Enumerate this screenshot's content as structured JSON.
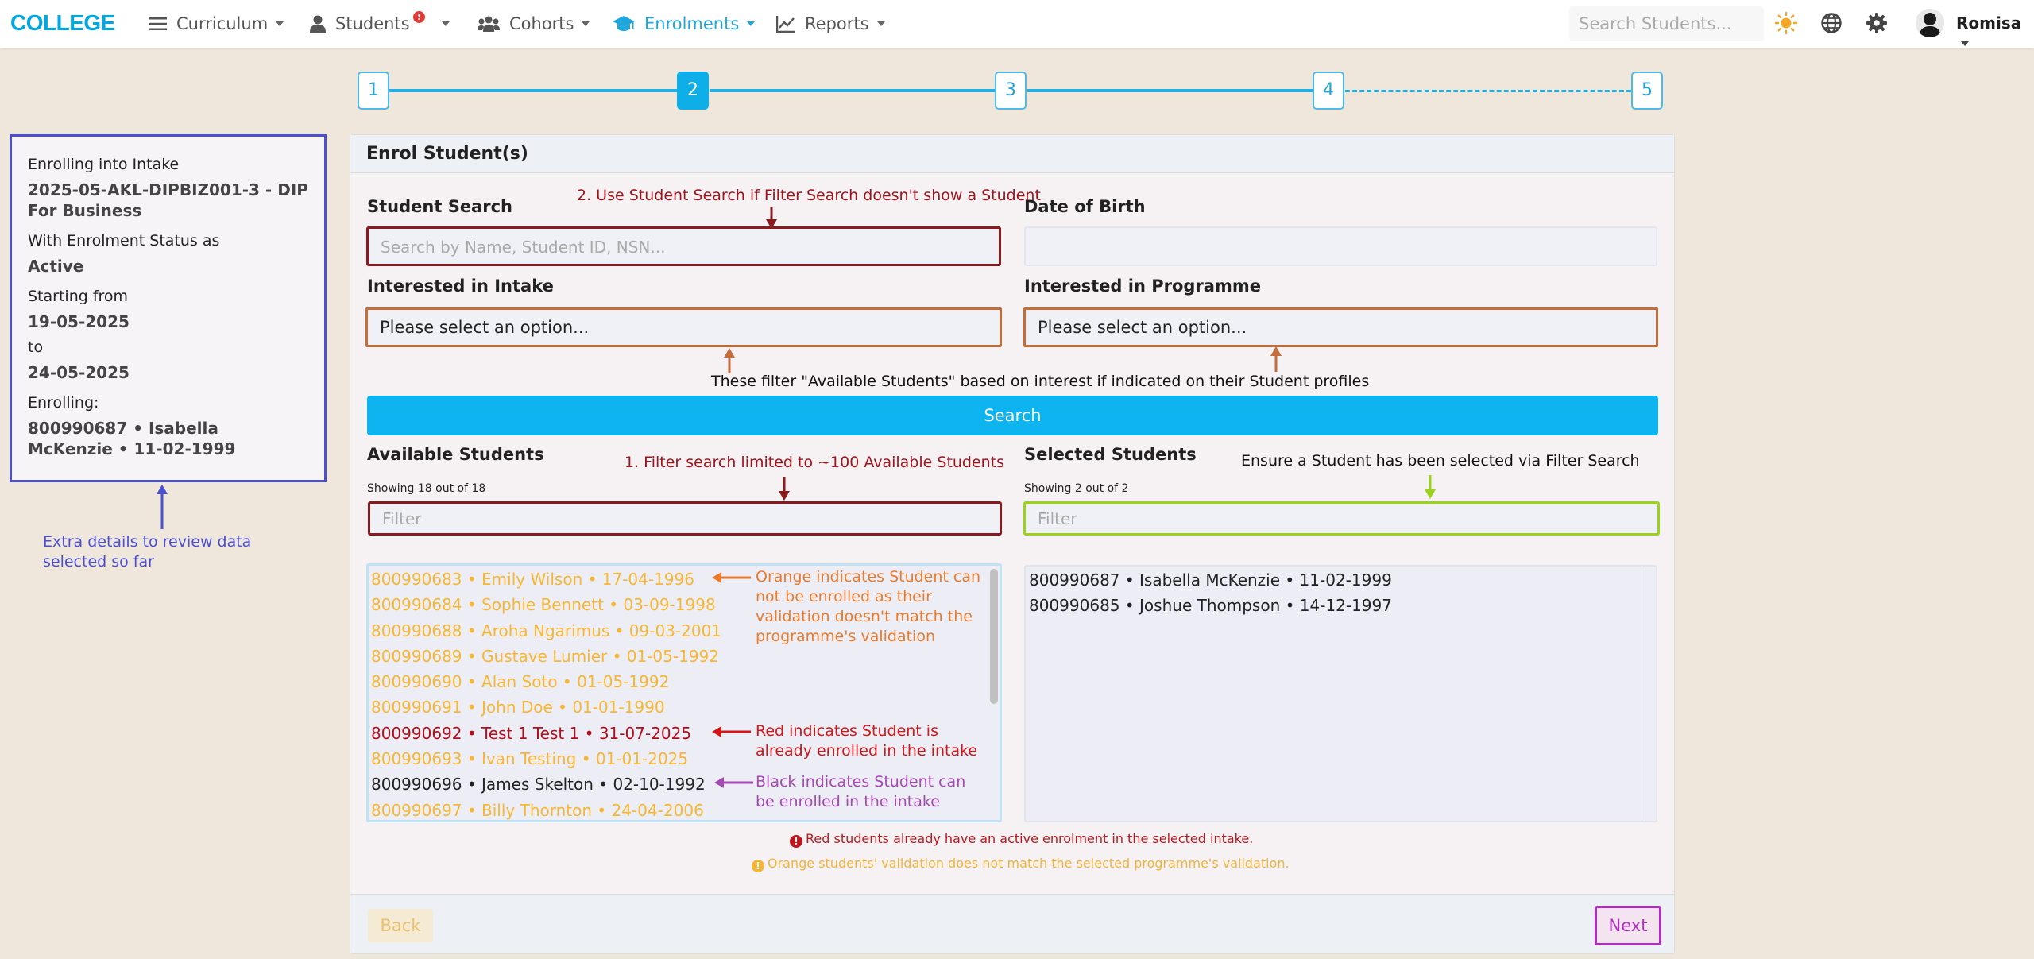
{
  "nav": {
    "brand": "COLLEGE",
    "items": [
      {
        "label": "Curriculum",
        "icon": "list-icon"
      },
      {
        "label": "Students",
        "icon": "user-icon",
        "badge": "!"
      },
      {
        "label": "Cohorts",
        "icon": "users-icon"
      },
      {
        "label": "Enrolments",
        "icon": "graduation-cap-icon",
        "active": true
      },
      {
        "label": "Reports",
        "icon": "line-chart-icon"
      }
    ],
    "search_placeholder": "Search Students...",
    "user": "Romisa"
  },
  "stepper": {
    "steps": [
      "1",
      "2",
      "3",
      "4",
      "5"
    ],
    "current": "2"
  },
  "summary": {
    "intake_label": "Enrolling into Intake",
    "intake_value": "2025-05-AKL-DIPBIZ001-3 - DIP For Business",
    "status_label": "With Enrolment Status as",
    "status_value": "Active",
    "start_label": "Starting from",
    "start_value": "19-05-2025",
    "to_label": "to",
    "end_value": "24-05-2025",
    "enrolling_label": "Enrolling:",
    "enrolling_value": "800990687 • Isabella McKenzie • 11-02-1999"
  },
  "summary_note": "Extra details to review data selected so far",
  "card": {
    "title": "Enrol Student(s)",
    "student_search_label": "Student Search",
    "student_search_placeholder": "Search by Name, Student ID, NSN...",
    "dob_label": "Date of Birth",
    "intake_label": "Interested in Intake",
    "intake_value": "Please select an option...",
    "programme_label": "Interested in Programme",
    "programme_value": "Please select an option...",
    "search_button": "Search",
    "available_label": "Available Students",
    "available_count": "Showing 18 out of 18",
    "selected_label": "Selected Students",
    "selected_count": "Showing 2 out of 2",
    "filter_placeholder": "Filter",
    "available_students": [
      {
        "text": "800990683 • Emily Wilson • 17-04-1996",
        "status": "orange"
      },
      {
        "text": "800990684 • Sophie Bennett • 03-09-1998",
        "status": "orange"
      },
      {
        "text": "800990688 • Aroha Ngarimus • 09-03-2001",
        "status": "orange"
      },
      {
        "text": "800990689 • Gustave Lumier • 01-05-1992",
        "status": "orange"
      },
      {
        "text": "800990690 • Alan Soto • 01-05-1992",
        "status": "orange"
      },
      {
        "text": "800990691 • John Doe • 01-01-1990",
        "status": "orange"
      },
      {
        "text": "800990692 • Test 1 Test 1 • 31-07-2025",
        "status": "red"
      },
      {
        "text": "800990693 • Ivan Testing • 01-01-2025",
        "status": "orange"
      },
      {
        "text": "800990696 • James Skelton • 02-10-1992",
        "status": "black"
      },
      {
        "text": "800990697 • Billy Thornton • 24-04-2006",
        "status": "orange"
      }
    ],
    "selected_students": [
      "800990687 • Isabella McKenzie • 11-02-1999",
      "800990685 • Joshue Thompson • 14-12-1997"
    ],
    "legend_red": "Red students already have an active enrolment in the selected intake.",
    "legend_orange": "Orange students' validation does not match the selected programme's validation.",
    "back_button": "Back",
    "next_button": "Next"
  },
  "annotations": {
    "student_search": "2. Use Student Search if Filter Search doesn't show a Student",
    "filters": "These filter \"Available Students\" based on interest if indicated on their Student profiles",
    "filter_limit": "1. Filter search limited to ~100 Available Students",
    "ensure_selected": "Ensure a Student has been selected via Filter Search",
    "orange_note": "Orange indicates Student can not be enrolled as their validation doesn't match the programme's validation",
    "red_note": "Red indicates Student is already enrolled in the intake",
    "black_note": "Black indicates Student can be enrolled in the intake"
  },
  "colors": {
    "accent": "#0db4f0",
    "orange_student": "#f7b733",
    "red_student": "#b30d1b",
    "annotation_maroon": "#a0131b",
    "annotation_orange": "#ec7a2b",
    "annotation_red": "#d11719",
    "annotation_purple": "#a449b1",
    "annotation_green": "#9bd31c",
    "annotation_blue": "#4b4fd0"
  }
}
